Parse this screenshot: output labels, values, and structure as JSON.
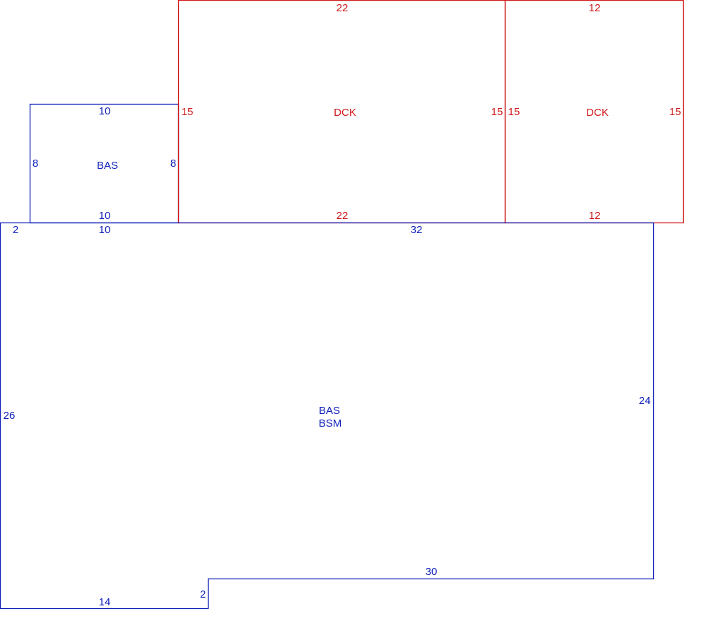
{
  "colors": {
    "living_area": "#0d1fb8",
    "deck": "#d01818",
    "background": "#ffffff"
  },
  "sections": {
    "bas_small": {
      "label": "BAS",
      "top": "10",
      "bottom": "10",
      "left": "8",
      "right": "8"
    },
    "deck_main": {
      "label": "DCK",
      "top": "22",
      "bottom": "22",
      "left": "15",
      "right": "15"
    },
    "deck_side": {
      "label": "DCK",
      "top": "12",
      "bottom": "12",
      "left": "15",
      "right": "15"
    },
    "main": {
      "label_1": "BAS",
      "label_2": "BSM",
      "top_step": "2",
      "top_left": "10",
      "top_right": "32",
      "left": "26",
      "right": "24",
      "bottom_right": "30",
      "bottom_left": "14",
      "bottom_step": "2"
    }
  }
}
